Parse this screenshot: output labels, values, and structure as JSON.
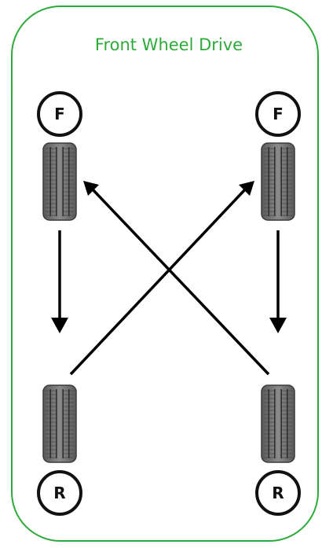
{
  "title": "Front Wheel Drive",
  "colors": {
    "border": "#2eaa3a",
    "title": "#2eaa3a",
    "arrow": "#000000",
    "tire": "#6e6e6e"
  },
  "positions": {
    "front_left": {
      "badge": "F"
    },
    "front_right": {
      "badge": "F"
    },
    "rear_left": {
      "badge": "R"
    },
    "rear_right": {
      "badge": "R"
    }
  },
  "rotation": [
    {
      "from": "front_left",
      "to": "rear_left"
    },
    {
      "from": "front_right",
      "to": "rear_right"
    },
    {
      "from": "rear_left",
      "to": "front_right"
    },
    {
      "from": "rear_right",
      "to": "front_left"
    }
  ]
}
